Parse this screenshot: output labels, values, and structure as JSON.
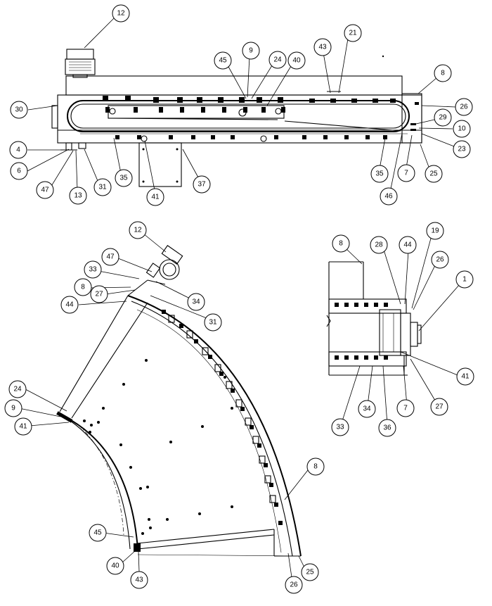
{
  "callouts": [
    {
      "id": "c12a",
      "label": "12"
    },
    {
      "id": "c9a",
      "label": "9"
    },
    {
      "id": "c21",
      "label": "21"
    },
    {
      "id": "c43a",
      "label": "43"
    },
    {
      "id": "c45a",
      "label": "45"
    },
    {
      "id": "c24a",
      "label": "24"
    },
    {
      "id": "c40a",
      "label": "40"
    },
    {
      "id": "c8a",
      "label": "8"
    },
    {
      "id": "c26a",
      "label": "26"
    },
    {
      "id": "c30",
      "label": "30"
    },
    {
      "id": "c29",
      "label": "29"
    },
    {
      "id": "c10",
      "label": "10"
    },
    {
      "id": "c23",
      "label": "23"
    },
    {
      "id": "c4",
      "label": "4"
    },
    {
      "id": "c6",
      "label": "6"
    },
    {
      "id": "c47a",
      "label": "47"
    },
    {
      "id": "c13",
      "label": "13"
    },
    {
      "id": "c31a",
      "label": "31"
    },
    {
      "id": "c35a",
      "label": "35"
    },
    {
      "id": "c41a",
      "label": "41"
    },
    {
      "id": "c37",
      "label": "37"
    },
    {
      "id": "c35b",
      "label": "35"
    },
    {
      "id": "c46",
      "label": "46"
    },
    {
      "id": "c7a",
      "label": "7"
    },
    {
      "id": "c25a",
      "label": "25"
    },
    {
      "id": "c12b",
      "label": "12"
    },
    {
      "id": "c47b",
      "label": "47"
    },
    {
      "id": "c33a",
      "label": "33"
    },
    {
      "id": "c8b",
      "label": "8"
    },
    {
      "id": "c27a",
      "label": "27"
    },
    {
      "id": "c44a",
      "label": "44"
    },
    {
      "id": "c34a",
      "label": "34"
    },
    {
      "id": "c31b",
      "label": "31"
    },
    {
      "id": "c24b",
      "label": "24"
    },
    {
      "id": "c9b",
      "label": "9"
    },
    {
      "id": "c41b",
      "label": "41"
    },
    {
      "id": "c8c",
      "label": "8"
    },
    {
      "id": "c45b",
      "label": "45"
    },
    {
      "id": "c40b",
      "label": "40"
    },
    {
      "id": "c43b",
      "label": "43"
    },
    {
      "id": "c26b",
      "label": "26"
    },
    {
      "id": "c25b",
      "label": "25"
    },
    {
      "id": "c8d",
      "label": "8"
    },
    {
      "id": "c28",
      "label": "28"
    },
    {
      "id": "c44b",
      "label": "44"
    },
    {
      "id": "c19",
      "label": "19"
    },
    {
      "id": "c26c",
      "label": "26"
    },
    {
      "id": "c1",
      "label": "1"
    },
    {
      "id": "c41c",
      "label": "41"
    },
    {
      "id": "c27b",
      "label": "27"
    },
    {
      "id": "c7b",
      "label": "7"
    },
    {
      "id": "c36",
      "label": "36"
    },
    {
      "id": "c34b",
      "label": "34"
    },
    {
      "id": "c33b",
      "label": "33"
    }
  ]
}
